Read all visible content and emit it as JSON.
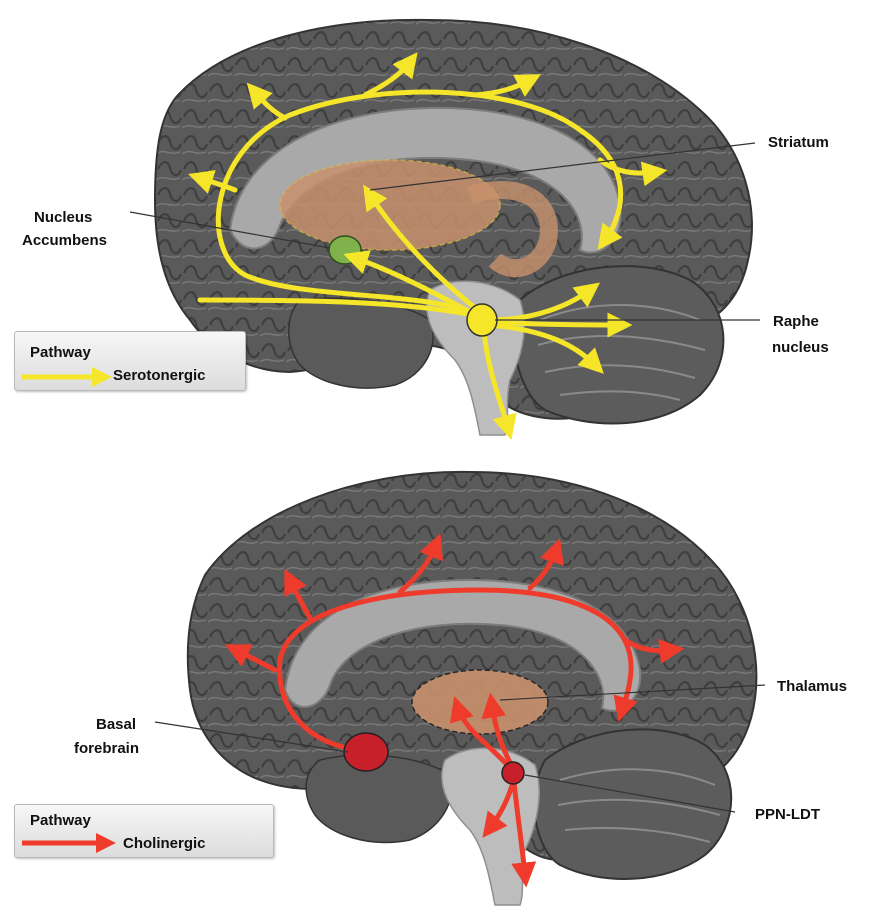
{
  "panels": [
    {
      "id": "serotonergic",
      "pathway_color": "#f5e62a",
      "labels": {
        "striatum": "Striatum",
        "nucleus_accumbens_1": "Nucleus",
        "nucleus_accumbens_2": "Accumbens",
        "raphe_1": "Raphe",
        "raphe_2": "nucleus"
      },
      "legend": {
        "title": "Pathway",
        "name": "Serotonergic"
      }
    },
    {
      "id": "cholinergic",
      "pathway_color": "#ee3b2b",
      "labels": {
        "thalamus": "Thalamus",
        "basal_1": "Basal",
        "basal_2": "forebrain",
        "ppn": "PPN-LDT"
      },
      "legend": {
        "title": "Pathway",
        "name": "Cholinergic"
      }
    }
  ],
  "colors": {
    "brain_dark": "#4a4a4a",
    "brain_mid": "#6a6a6a",
    "white_matter": "#a8a8a8",
    "brainstem": "#bdbdbd",
    "striatum_fill": "#c8916c",
    "accumbens_fill": "#7fb24a",
    "serotonin": "#f5e62a",
    "acetylcholine": "#ee3b2b"
  }
}
